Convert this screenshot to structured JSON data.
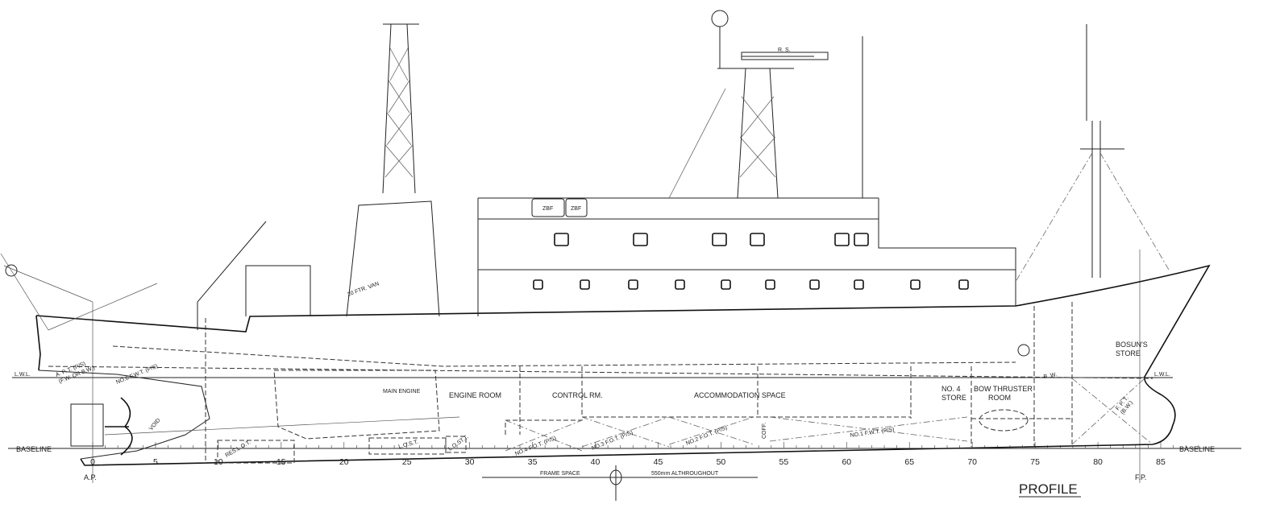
{
  "title": "PROFILE",
  "reference_lines": {
    "baseline": "BASELINE",
    "lwl": "L.W.L.",
    "aft_perpendicular": "A.P.",
    "fore_perpendicular": "F.P."
  },
  "frame_scale": {
    "labels": [
      "0",
      "5",
      "10",
      "15",
      "20",
      "25",
      "30",
      "35",
      "40",
      "45",
      "50",
      "55",
      "60",
      "65",
      "70",
      "75",
      "80",
      "85"
    ],
    "frame_space_label": "FRAME SPACE",
    "frame_space_value": "550mm ALTHROUGHOUT"
  },
  "compartments": {
    "apt": "A. P. T. (P/S)",
    "apt_sub": "(F.W. OR B.W.)",
    "no6_fwt": "NO.6 F.W.T. (P/S)",
    "void": "VOID",
    "main_engine": "MAIN ENGINE",
    "engine_room": "ENGINE  ROOM",
    "control_room": "CONTROL RM.",
    "accommodation": "ACCOMMODATION SPACE",
    "no4_store_1": "NO. 4",
    "no4_store_2": "STORE",
    "bow_thruster_1": "BOW THRUSTER",
    "bow_thruster_2": "ROOM",
    "bosun_store_1": "BOSUN'S",
    "bosun_store_2": "STORE",
    "bw": "B. W.",
    "fpt": "F. P. T.",
    "fpt_sub": "(B.W.)",
    "res_lot": "RES.L.O.T.",
    "lost": "L.O.S.T.",
    "lostt": "L.O.ST.T.",
    "no4_fot": "NO.4 F.O.T. (P/S)",
    "no3_fot": "NO.3 F.O.T. (P/S)",
    "no2_fot": "NO.2 F.O.T. (P/S)",
    "coff": "COFF.",
    "no1_fwt": "NO.1 F.W.T. (P/S)"
  },
  "deck_items": {
    "van": "20 FTR. VAN",
    "rs": "R. S.",
    "zbf": "ZBF"
  }
}
